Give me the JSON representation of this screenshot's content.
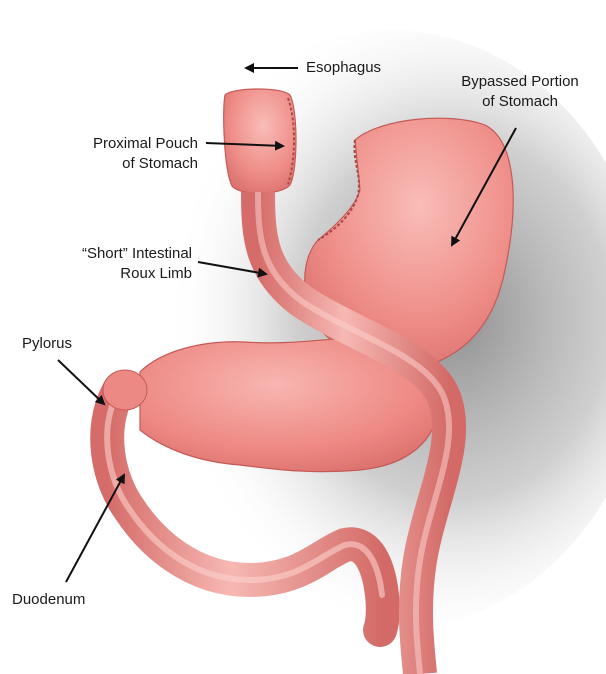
{
  "labels": {
    "esophagus": "Esophagus",
    "bypassed_line1": "Bypassed Portion",
    "bypassed_line2": "of Stomach",
    "proximal_line1": "Proximal Pouch",
    "proximal_line2": "of Stomach",
    "roux_line1": "“Short” Intestinal",
    "roux_line2": "Roux Limb",
    "pylorus": "Pylorus",
    "duodenum": "Duodenum"
  },
  "colors": {
    "tissue": "#ef8a86",
    "tissue_light": "#f7b3ae",
    "tissue_dark": "#c85c5a",
    "shadow": "#8a8a8a",
    "label_text": "#1a1a1a",
    "arrow": "#111111"
  }
}
